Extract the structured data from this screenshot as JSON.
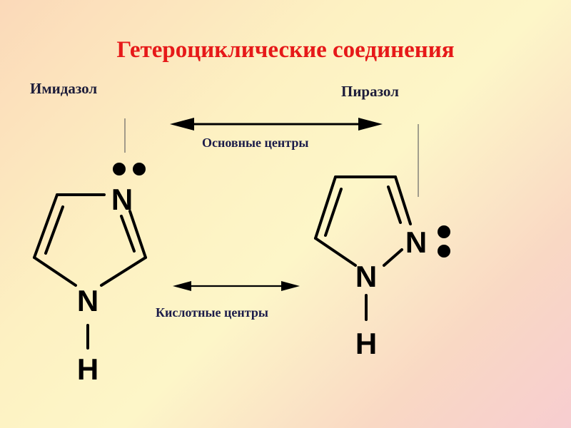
{
  "title": "Гетероциклические соединения",
  "compounds": {
    "imidazole": {
      "name": "Имидазол",
      "atom_n_top": "N",
      "atom_n_bottom": "N",
      "atom_h": "H"
    },
    "pyrazole": {
      "name": "Пиразол",
      "atom_n_right": "N",
      "atom_n_bottom": "N",
      "atom_h": "H"
    }
  },
  "arrows": {
    "basic": "Основные центры",
    "acidic": "Кислотные центры"
  },
  "colors": {
    "title": "#e61919",
    "labels": "#1c1c3a",
    "bonds": "#000000"
  }
}
